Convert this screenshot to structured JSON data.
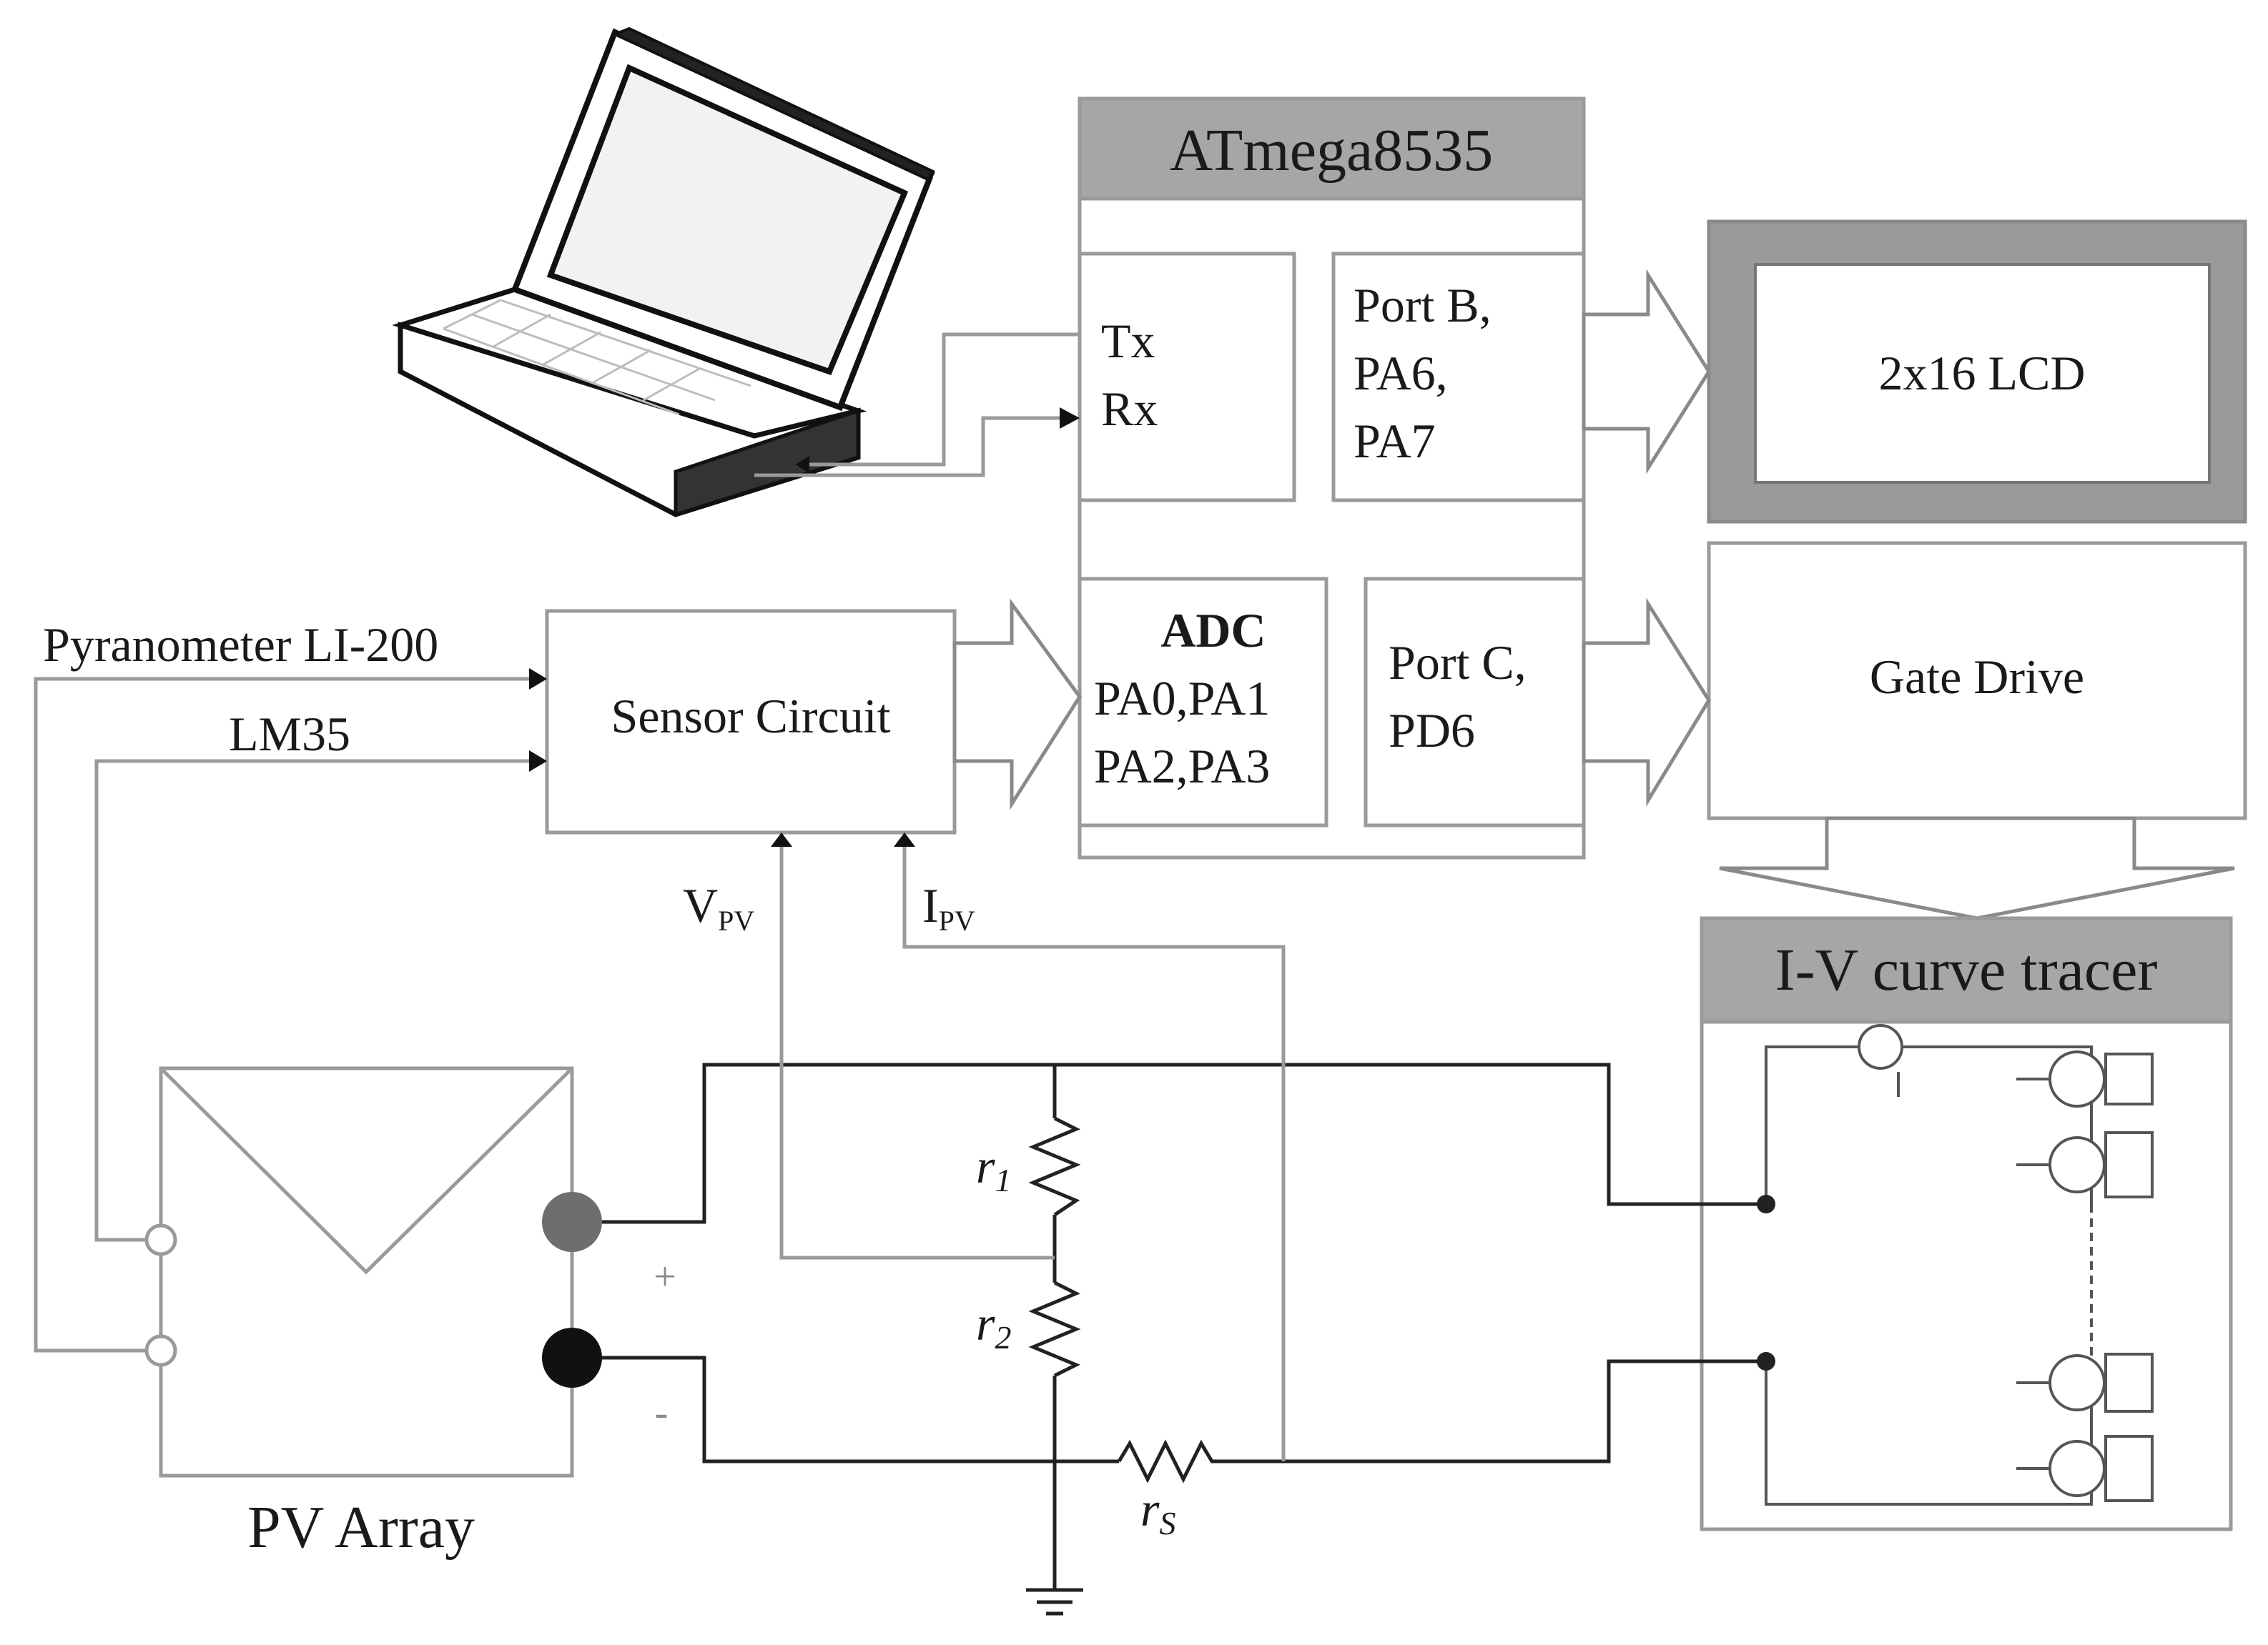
{
  "diagram": {
    "mcu_title": "ATmega8535",
    "tx": "Tx",
    "rx": "Rx",
    "portb_line1": "Port B,",
    "portb_line2": "PA6,",
    "portb_line3": "PA7",
    "adc_title": "ADC",
    "adc_line1": "PA0,PA1",
    "adc_line2": "PA2,PA3",
    "portc_line1": "Port C,",
    "portc_line2": "PD6",
    "lcd": "2x16 LCD",
    "gate_drive": "Gate Drive",
    "ivct": "I-V curve tracer",
    "sensor_circuit": "Sensor Circuit",
    "pyranometer": "Pyranometer LI-200",
    "lm35": "LM35",
    "vpv_main": "V",
    "vpv_sub": "PV",
    "ipv_main": "I",
    "ipv_sub": "PV",
    "pv_array": "PV Array",
    "r1_main": "r",
    "r1_sub": "1",
    "r2_main": "r",
    "r2_sub": "2",
    "rs_main": "r",
    "rs_sub": "S",
    "plus": "+",
    "minus": "-"
  },
  "colors": {
    "title_bar": "#a6a6a6",
    "box_border": "#9a9a9a",
    "lcd_frame": "#9a9a9a",
    "wire": "#222222",
    "positive_terminal": "#6e6e6e",
    "negative_terminal": "#111111"
  }
}
